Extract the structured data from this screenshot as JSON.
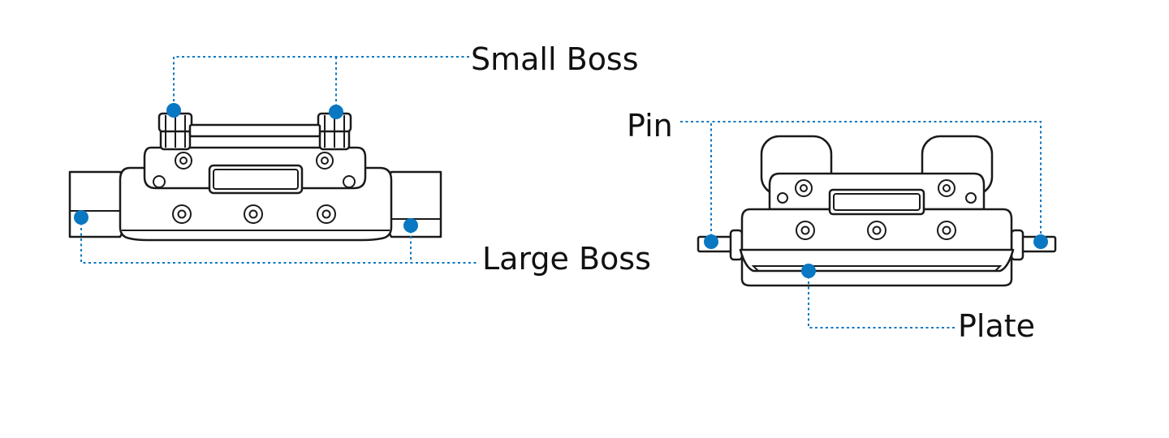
{
  "colors": {
    "accent": "#0a77c2",
    "outline": "#1a1a1a"
  },
  "labels": {
    "small_boss": "Small Boss",
    "large_boss": "Large Boss",
    "pin": "Pin",
    "plate": "Plate"
  }
}
